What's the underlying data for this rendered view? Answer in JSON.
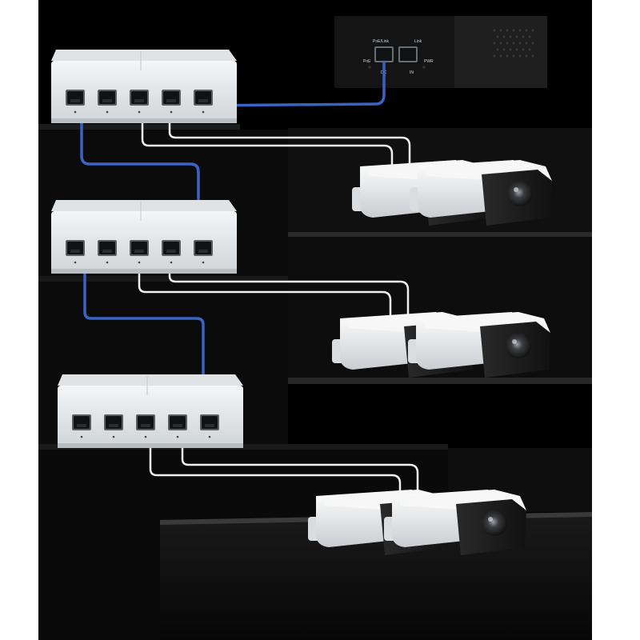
{
  "injector": {
    "port_labels": [
      "PoE/Link",
      "Link",
      "PoE",
      "PWR",
      "DC",
      "IN"
    ]
  },
  "colors": {
    "background": "#000000",
    "white_margin": "#ffffff",
    "switch_body": "#e9ecee",
    "uplink_cable": "#3b63c4",
    "camera_cable": "#f0f0f0",
    "injector_body": "#1c1c1c"
  },
  "icons": [
    "switch-icon",
    "camera-icon",
    "poe-injector-icon",
    "ethernet-port-icon"
  ]
}
